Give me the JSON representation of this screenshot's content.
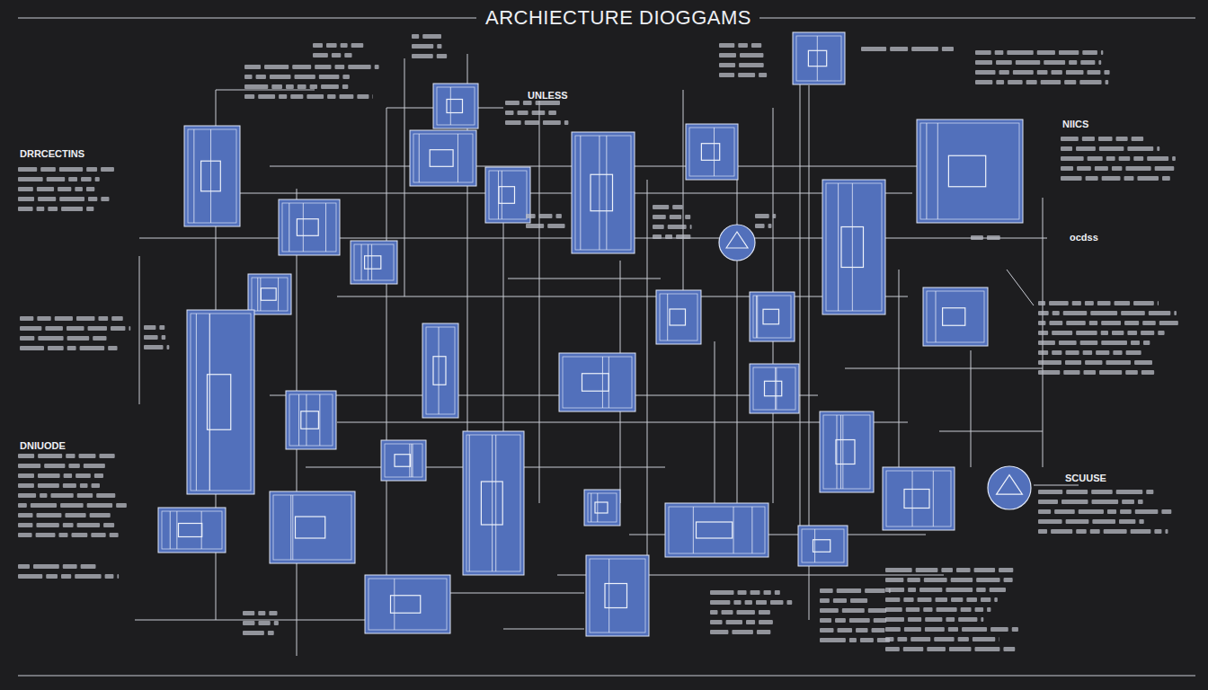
{
  "diagram": {
    "title": "ARCHIECTURE DIOGGAMS",
    "labels": [
      "UNLESS",
      "DRRCECTINS",
      "NIICS",
      "ocdss",
      "DNIUODE",
      "SCUUSE"
    ]
  }
}
